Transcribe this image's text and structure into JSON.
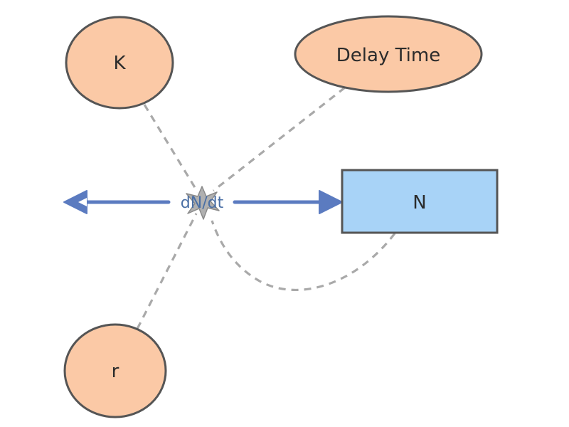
{
  "nodes": {
    "k": {
      "label": "K"
    },
    "delay_time": {
      "label": "Delay Time"
    },
    "r": {
      "label": "r"
    },
    "n": {
      "label": "N"
    }
  },
  "flow": {
    "label": "dN/dt"
  },
  "colors": {
    "variable_fill": "#fbc9a6",
    "variable_stroke": "#555555",
    "stock_fill": "#a8d3f7",
    "stock_stroke": "#555555",
    "flow_arrow": "#5b7bc0",
    "link_dash": "#a9a9a9",
    "valve": "#9a9a9a"
  }
}
